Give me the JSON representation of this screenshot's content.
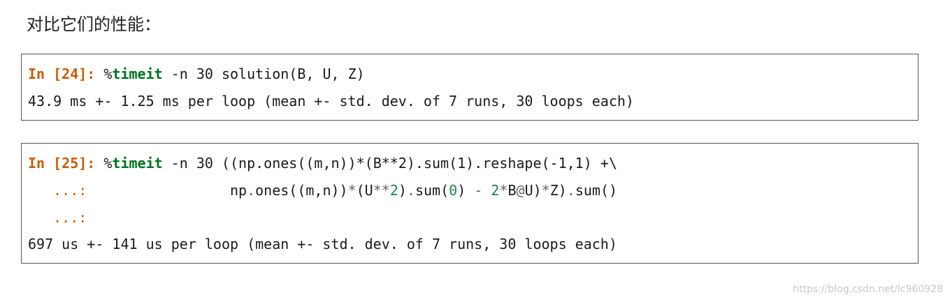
{
  "intro": {
    "text": "对比它们的性能："
  },
  "cell1": {
    "prompt": "In [24]:",
    "magic_pct": "%",
    "magic": "timeit",
    "code": " -n 30 solution(B, U, Z)",
    "output": "43.9 ms +- 1.25 ms per loop (mean +- std. dev. of 7 runs, 30 loops each)"
  },
  "cell2": {
    "prompt": "In [25]:",
    "magic_pct": "%",
    "magic": "timeit",
    "line1_code": " -n 30 ((np.ones((m,n))*(B**2).sum(1).reshape(-1,1) +\\",
    "cont_prompt": "...:",
    "line2_indent": "                 ",
    "line2_a": "np",
    "line2_dot1": ".",
    "line2_b": "ones((m,n))",
    "line2_star1": "*",
    "line2_c": "(U",
    "line2_pow": "**",
    "line2_two1": "2",
    "line2_d": ")",
    "line2_dot2": ".",
    "line2_e": "sum(",
    "line2_zero": "0",
    "line2_f": ") ",
    "line2_minus": "-",
    "line2_g": " ",
    "line2_two2": "2",
    "line2_star2": "*",
    "line2_h": "B",
    "line2_at": "@",
    "line2_i": "U)",
    "line2_star3": "*",
    "line2_j": "Z)",
    "line2_dot3": ".",
    "line2_k": "sum()",
    "output": "697 us +- 141 us per loop (mean +- std. dev. of 7 runs, 30 loops each)"
  },
  "watermark": {
    "text": "https://blog.csdn.net/lc960928"
  },
  "colors": {
    "prompt": "#c65d09",
    "magic": "#007020",
    "number": "#208050",
    "operator": "#666666",
    "border": "#555555"
  }
}
